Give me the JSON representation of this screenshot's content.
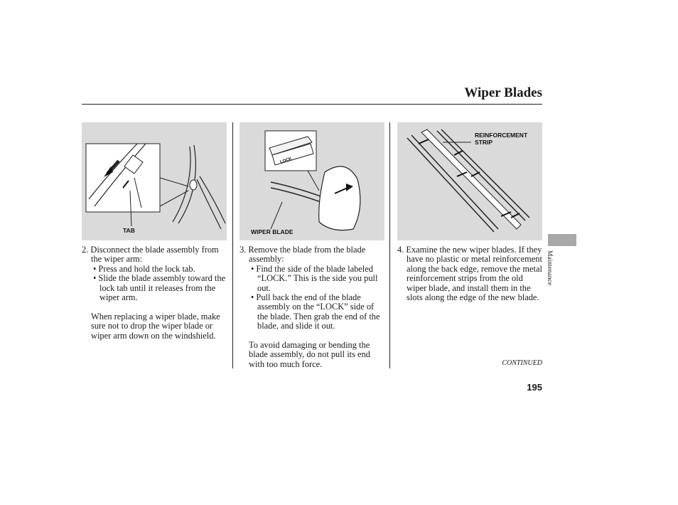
{
  "header": {
    "title": "Wiper Blades"
  },
  "figures": {
    "fig1": {
      "label_tab": "TAB"
    },
    "fig2": {
      "label_wiper_blade": "WIPER BLADE",
      "inset_text": "LOCK"
    },
    "fig3": {
      "label_reinforcement": "REINFORCEMENT\nSTRIP"
    }
  },
  "col1": {
    "step": "2. Disconnect the blade assembly from the wiper arm:",
    "bullets": [
      "• Press and hold the lock tab.",
      "• Slide the blade assembly toward the lock tab until it releases from the wiper arm."
    ],
    "note": "When replacing a wiper blade, make sure not to drop the wiper blade or wiper arm down on the windshield."
  },
  "col2": {
    "step": "3. Remove the blade from the blade assembly:",
    "bullets": [
      "• Find the side of the blade labeled “LOCK.” This is the side you pull out.",
      "• Pull back the end of the blade assembly on the “LOCK” side of the blade. Then grab the end of the blade, and slide it out."
    ],
    "note": "To avoid damaging or bending the blade assembly, do not pull its end with too much force."
  },
  "col3": {
    "step": "4. Examine the new wiper blades. If they have no plastic or metal reinforcement along the back edge, remove the metal reinforcement strips from the old wiper blade, and install them in the slots along the edge of the new blade."
  },
  "side_tab": {
    "label": "Maintenance"
  },
  "footer": {
    "continued": "CONTINUED",
    "page_number": "195"
  }
}
